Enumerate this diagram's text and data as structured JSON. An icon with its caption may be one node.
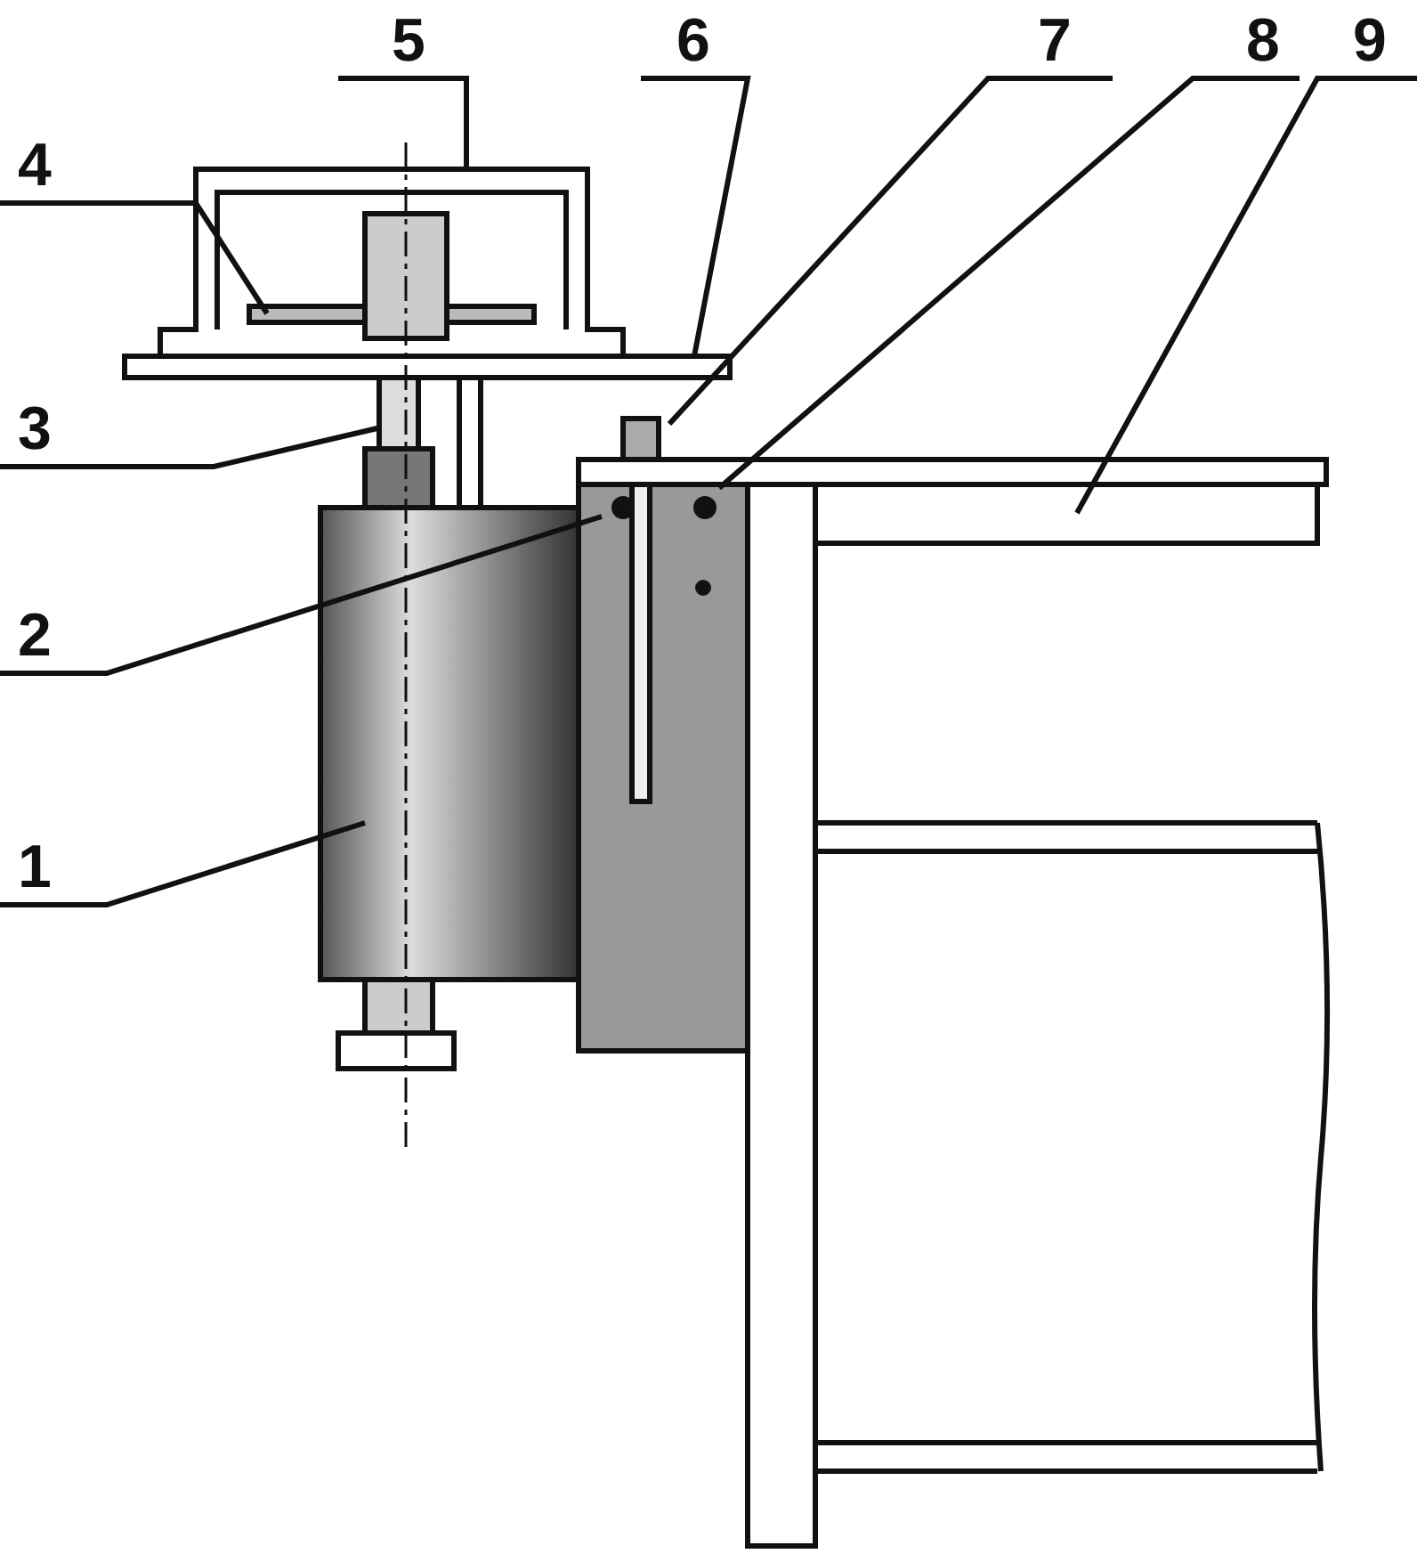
{
  "diagram": {
    "nodes": [
      {
        "text": [
          "5"
        ]
      },
      {
        "text": [
          "6"
        ]
      },
      {
        "text": [
          "7"
        ]
      },
      {
        "text": [
          "8"
        ]
      },
      {
        "text": [
          "9"
        ]
      },
      {
        "text": [
          "4"
        ]
      },
      {
        "text": [
          "3"
        ]
      },
      {
        "text": [
          "2"
        ]
      },
      {
        "text": [
          "1"
        ]
      }
    ],
    "edges": [
      {
        "from": 0,
        "to": null,
        "arrow": "none"
      },
      {
        "from": 1,
        "to": null,
        "arrow": "none"
      },
      {
        "from": 2,
        "to": null,
        "arrow": "none"
      },
      {
        "from": 3,
        "to": null,
        "arrow": "none"
      },
      {
        "from": 4,
        "to": null,
        "arrow": "none"
      },
      {
        "from": 5,
        "to": null,
        "arrow": "none"
      },
      {
        "from": 6,
        "to": null,
        "arrow": "none"
      },
      {
        "from": 7,
        "to": null,
        "arrow": "none"
      },
      {
        "from": 8,
        "to": null,
        "arrow": "none"
      }
    ]
  }
}
